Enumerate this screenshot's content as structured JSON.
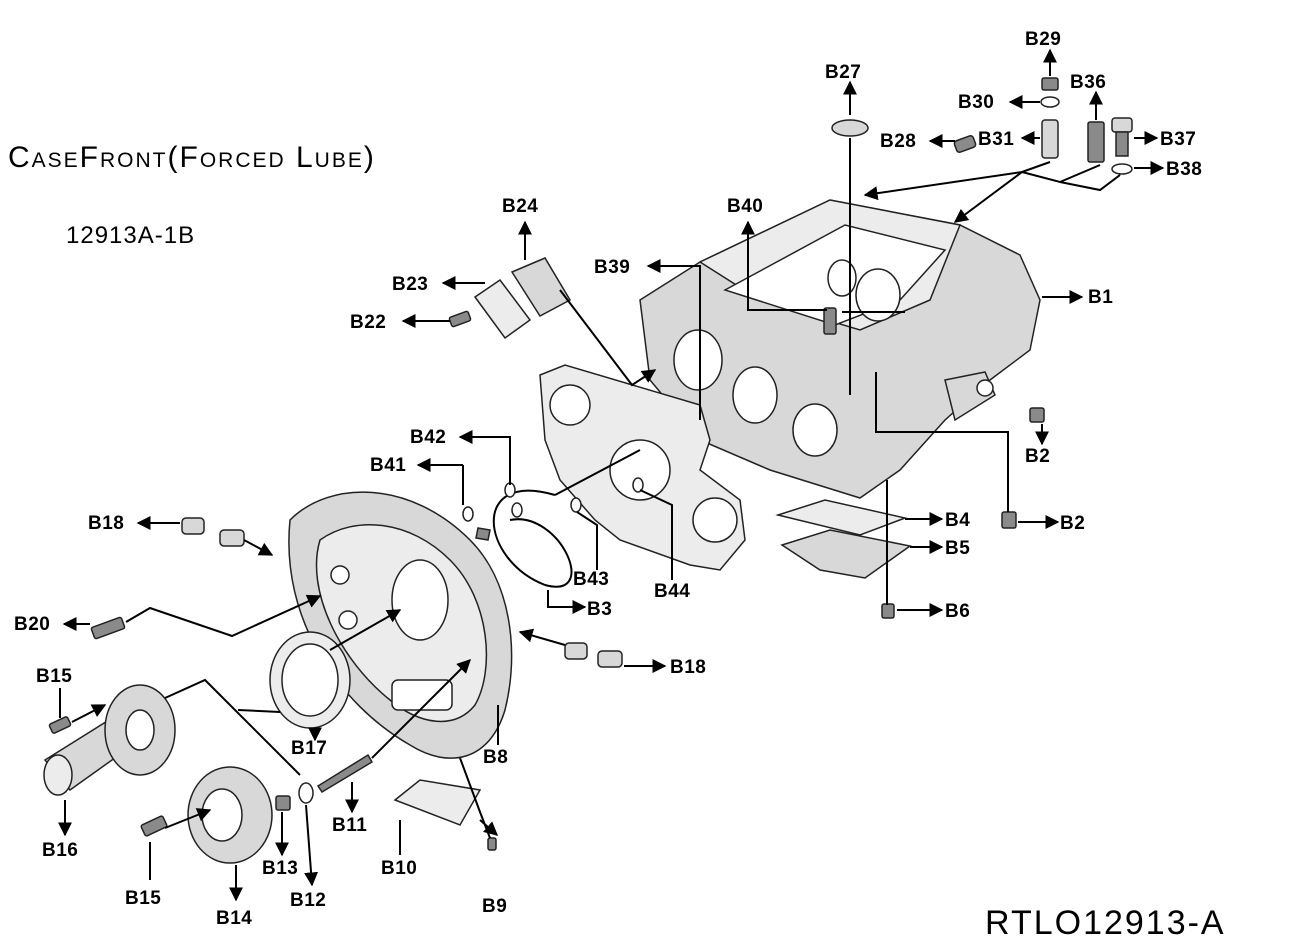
{
  "header": {
    "title": "CaseFront(Forced Lube)",
    "code": "12913A-1B"
  },
  "footer": {
    "reference": "RTLO12913-A"
  },
  "labels": {
    "B1": "B1",
    "B2a": "B2",
    "B2b": "B2",
    "B3": "B3",
    "B4": "B4",
    "B5": "B5",
    "B6": "B6",
    "B8": "B8",
    "B9": "B9",
    "B10": "B10",
    "B11": "B11",
    "B12": "B12",
    "B13": "B13",
    "B14": "B14",
    "B15a": "B15",
    "B15b": "B15",
    "B16": "B16",
    "B17": "B17",
    "B18a": "B18",
    "B18b": "B18",
    "B20": "B20",
    "B22": "B22",
    "B23": "B23",
    "B24": "B24",
    "B27": "B27",
    "B28": "B28",
    "B29": "B29",
    "B30": "B30",
    "B31": "B31",
    "B36": "B36",
    "B37": "B37",
    "B38": "B38",
    "B39": "B39",
    "B40": "B40",
    "B41": "B41",
    "B42": "B42",
    "B43": "B43",
    "B44": "B44"
  },
  "colors": {
    "line": "#000000",
    "part_fill": "#d8d8d8",
    "background": "#ffffff"
  }
}
